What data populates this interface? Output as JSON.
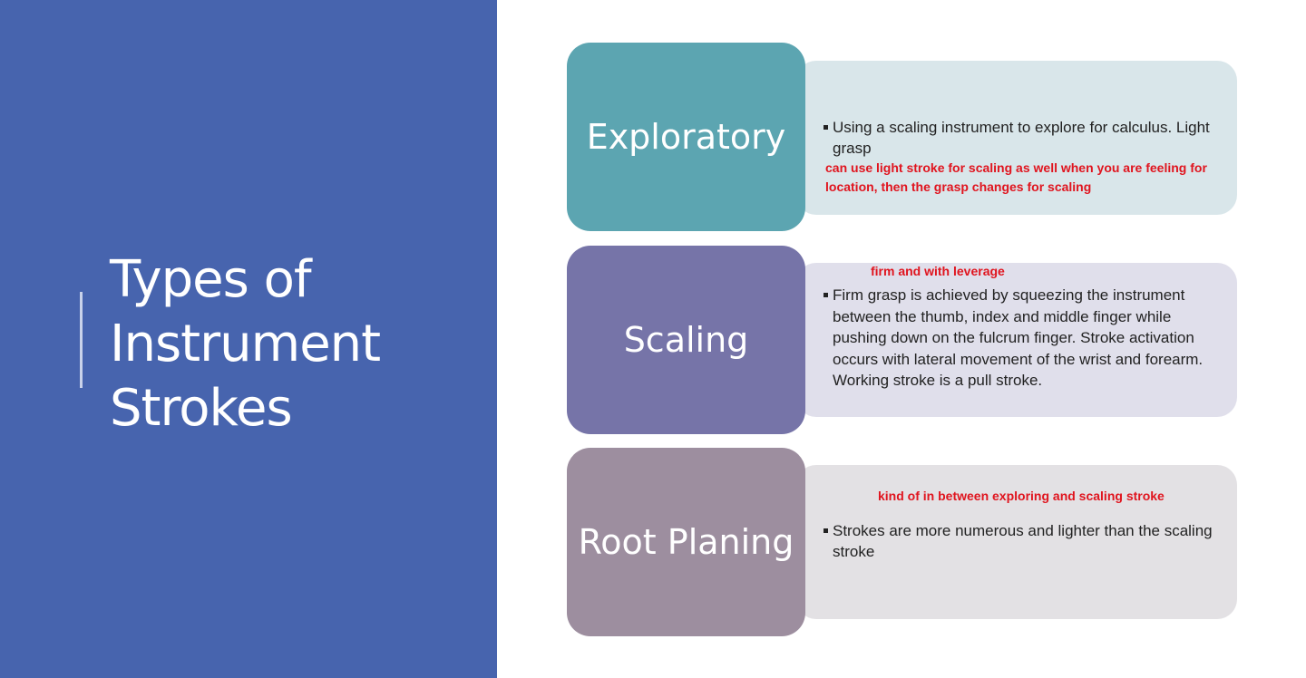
{
  "slide": {
    "title_lines": [
      "Types of",
      "Instrument",
      "Strokes"
    ],
    "colors": {
      "left_panel": "#4764ae",
      "exploratory": "#5ca5b1",
      "scaling": "#7674a8",
      "root_planing": "#9d8e9f",
      "note_red": "#e0141e"
    }
  },
  "rows": [
    {
      "label": "Exploratory",
      "bullet": "Using a scaling instrument to explore for calculus. Light grasp",
      "note": "can use light stroke for scaling as well when you are feeling for location, then the grasp changes for scaling"
    },
    {
      "label": "Scaling",
      "note": "firm and with leverage",
      "bullet": "Firm grasp is achieved by squeezing the instrument between the thumb, index and middle finger while pushing down on the fulcrum finger.  Stroke activation occurs with lateral movement of the wrist and forearm.  Working stroke is a pull stroke."
    },
    {
      "label": "Root Planing",
      "note": "kind of in between exploring and scaling stroke",
      "bullet": "Strokes are more numerous and lighter than the scaling stroke"
    }
  ]
}
